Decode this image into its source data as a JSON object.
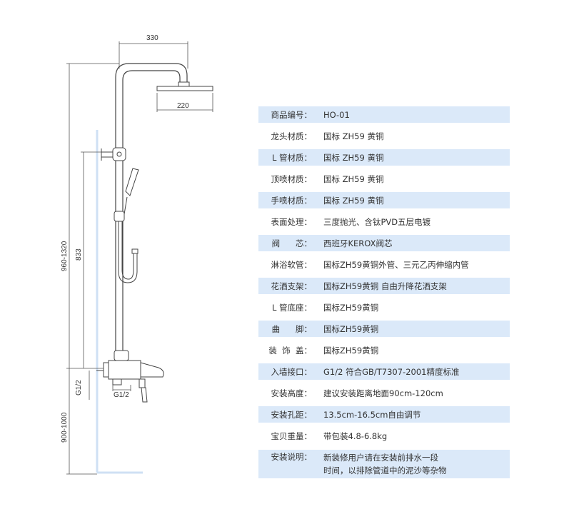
{
  "diagram": {
    "dim_width_top": "330",
    "dim_head_width": "220",
    "dim_total_height": "960-1320",
    "dim_bracket_height": "833",
    "dim_inlet_label_left": "G1/2",
    "dim_inlet_label_bottom": "G1/2",
    "dim_mount_height": "900-1000"
  },
  "specs": [
    {
      "label": "商品编号：",
      "value": "HO-01",
      "shaded": true
    },
    {
      "label": "龙头材质：",
      "value": "国标 ZH59 黄铜",
      "shaded": false
    },
    {
      "label": "L 管材质：",
      "value": "国标 ZH59 黄铜",
      "shaded": true
    },
    {
      "label": "顶喷材质：",
      "value": "国标 ZH59 黄铜",
      "shaded": false
    },
    {
      "label": "手喷材质：",
      "value": "国标 ZH59 黄铜",
      "shaded": true
    },
    {
      "label": "表面处理：",
      "value": "三度抛光、含钛PVD五层电镀",
      "shaded": false
    },
    {
      "label": "阀      芯：",
      "value": "西班牙KEROX阀芯",
      "shaded": true
    },
    {
      "label": "淋浴软管：",
      "value": "国标ZH59黄铜外管、三元乙丙伸缩内管",
      "shaded": false
    },
    {
      "label": "花洒支架：",
      "value": "国标ZH59黄铜 自由升降花洒支架",
      "shaded": true
    },
    {
      "label": "L 管底座：",
      "value": "国标ZH59黄铜",
      "shaded": false
    },
    {
      "label": "曲      脚：",
      "value": "国标ZH59黄铜",
      "shaded": true
    },
    {
      "label": "装  饰  盖：",
      "value": "国标ZH59黄铜",
      "shaded": false
    },
    {
      "label": "入墙接口：",
      "value": "G1/2 符合GB/T7307-2001精度标准",
      "shaded": true
    },
    {
      "label": "安装高度：",
      "value": "建议安装距离地面90cm-120cm",
      "shaded": false
    },
    {
      "label": "安装孔距：",
      "value": "13.5cm-16.5cm自由调节",
      "shaded": true
    },
    {
      "label": "宝贝重量：",
      "value": "带包装4.8-6.8kg",
      "shaded": false
    },
    {
      "label": "安装说明：",
      "value": "新装修用户请在安装前排水一段\n时间，以排除管道中的泥沙等杂物",
      "shaded": true
    }
  ],
  "colors": {
    "row_shade": "#dbe9f9",
    "wall_line": "#cfe0f4",
    "line": "#444444"
  }
}
